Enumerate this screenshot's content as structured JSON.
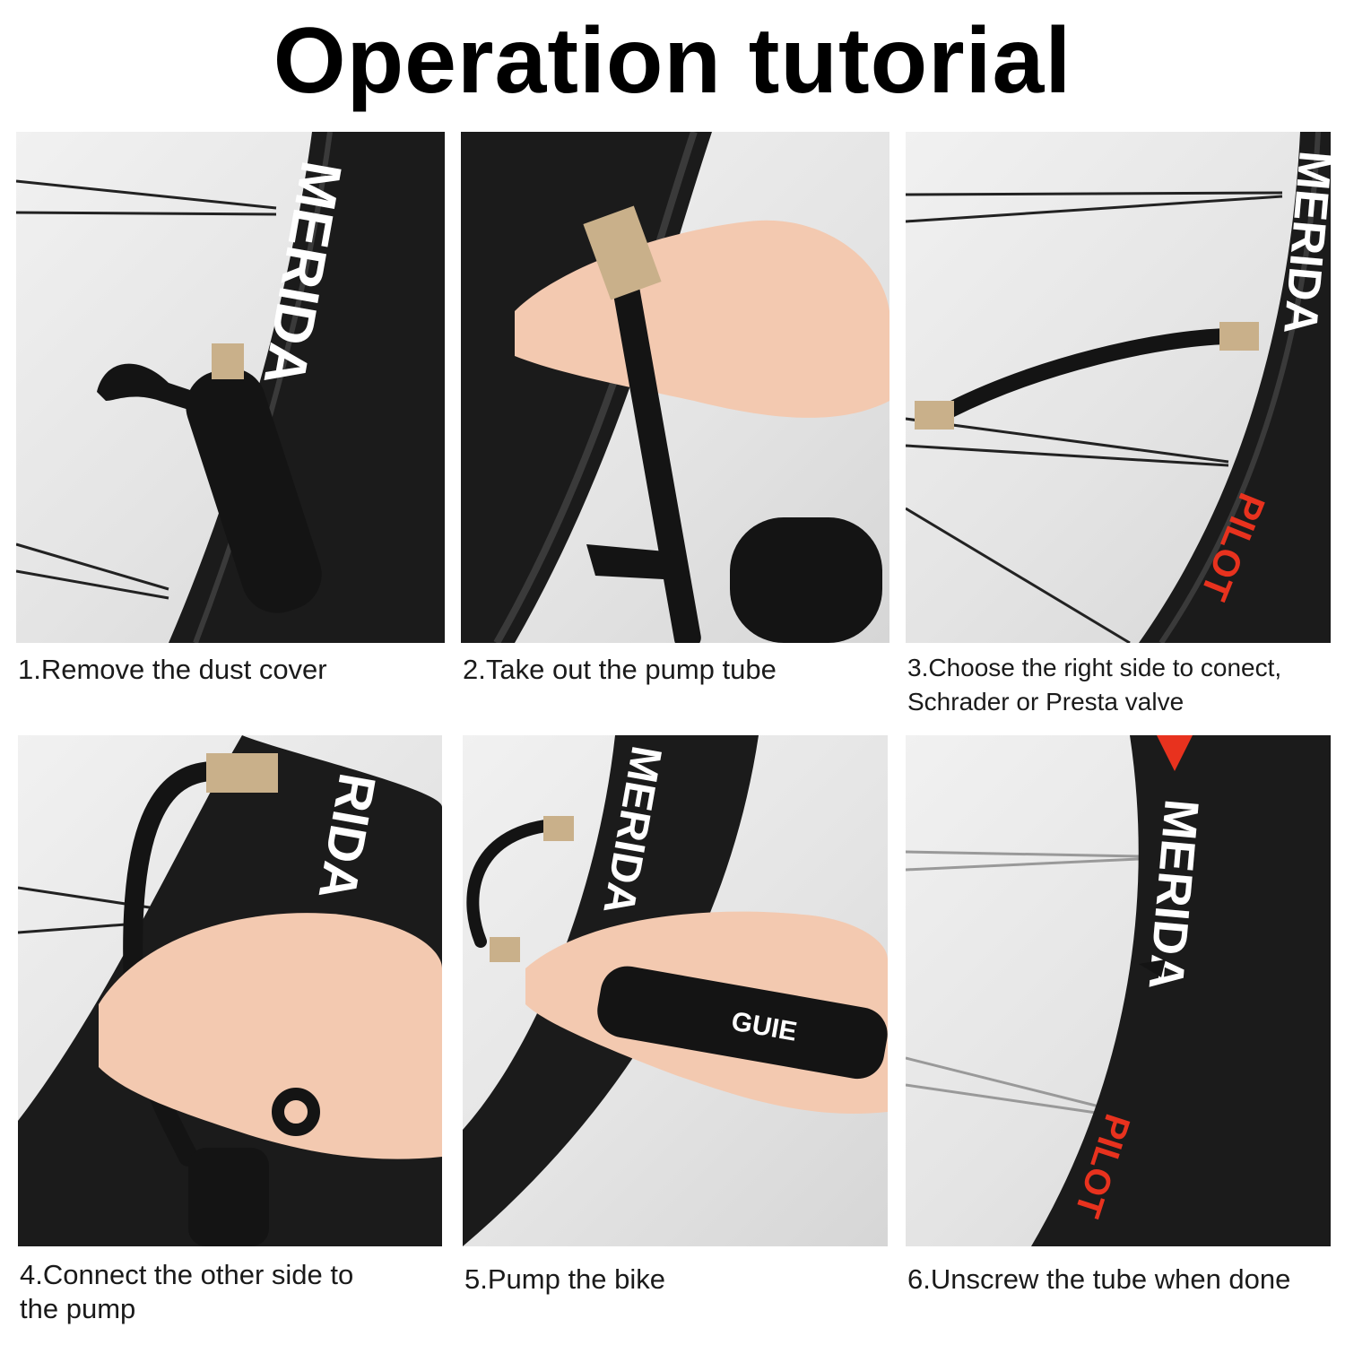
{
  "page": {
    "title": "Operation tutorial"
  },
  "steps": [
    {
      "caption": "1.Remove the dust cover",
      "rim_text": "MERIDA"
    },
    {
      "caption": "2.Take out the pump tube"
    },
    {
      "caption_lines": [
        "3.Choose the right side to conect,",
        "Schrader or Presta valve"
      ],
      "rim_text": "MERIDA",
      "rim_text_2": "PILOT"
    },
    {
      "caption_lines": [
        "4.Connect the other side to",
        "the pump"
      ],
      "rim_text": "RIDA"
    },
    {
      "caption": "5.Pump the bike",
      "rim_text": "MERIDA",
      "pump_text": "GUIE"
    },
    {
      "caption": "6.Unscrew the tube when done",
      "rim_text": "MERIDA",
      "rim_text_2": "PILOT"
    }
  ],
  "colors": {
    "tire": "#1b1b1b",
    "rim_accent": "#e8321e",
    "rim_text": "#ffffff",
    "pump": "#141414",
    "skin": "#f3c9b0",
    "brass": "#c9b08a"
  }
}
